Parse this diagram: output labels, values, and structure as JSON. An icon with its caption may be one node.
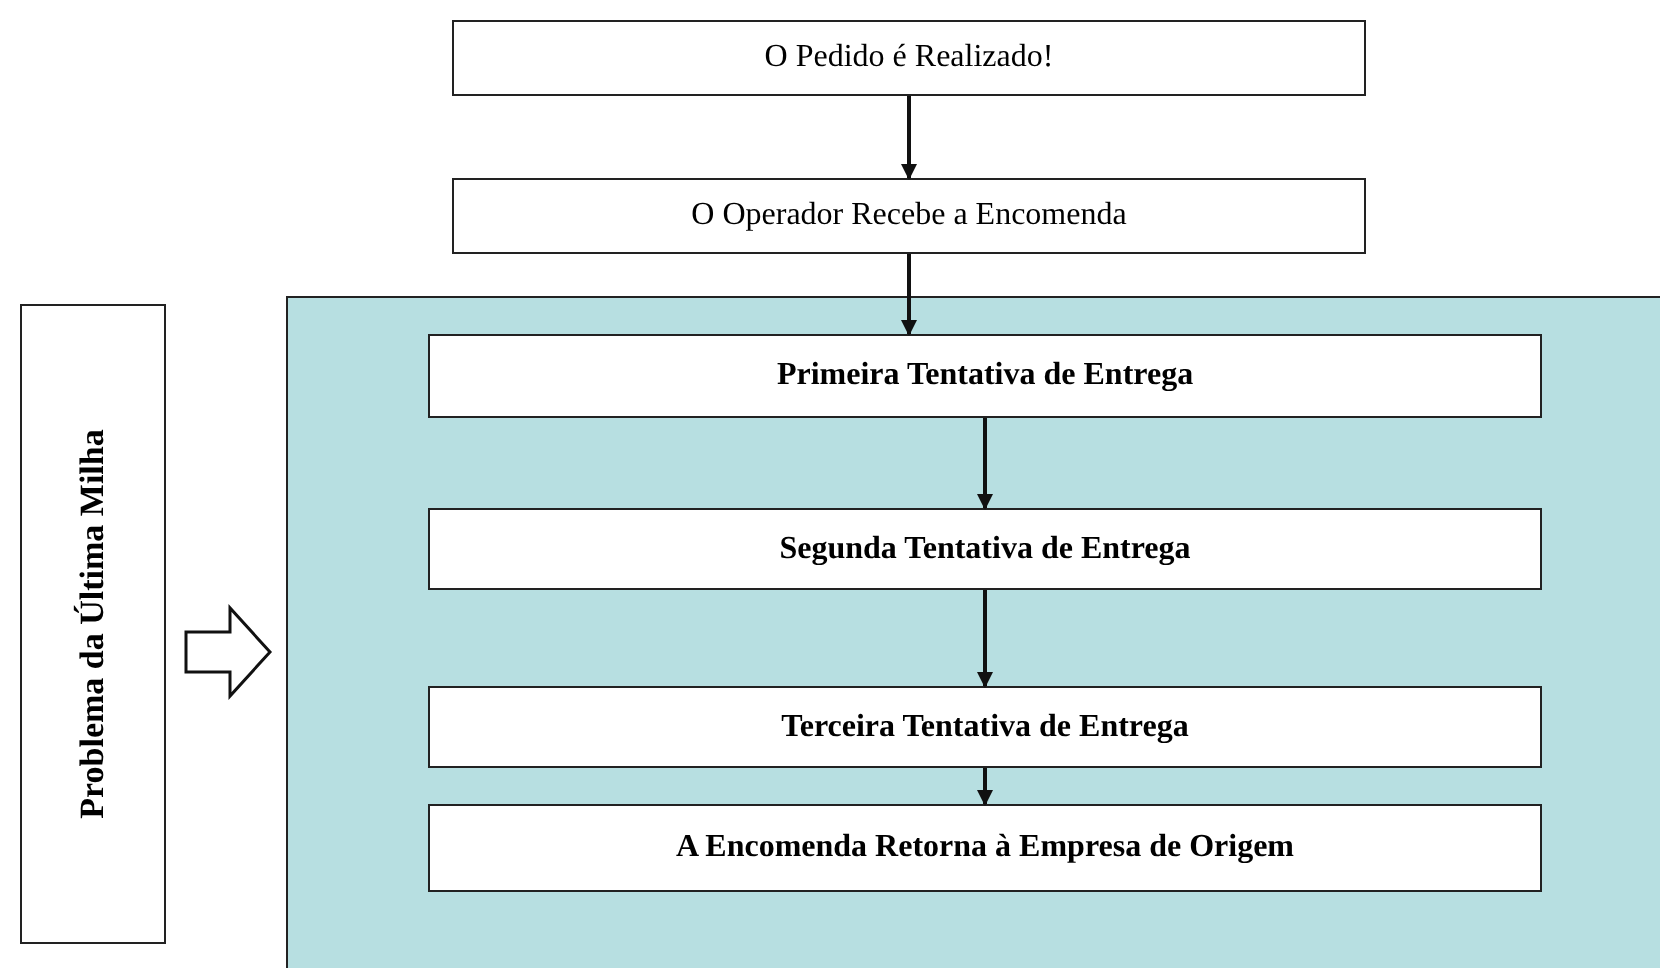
{
  "diagram": {
    "nodes": [
      {
        "text": [
          "O Pedido é Realizado!"
        ]
      },
      {
        "text": [
          "O Operador Recebe a Encomenda"
        ]
      },
      {
        "text": [
          "Problema da Última Milha"
        ]
      },
      {
        "text": [],
        "shape": "box"
      },
      {
        "text": [
          "Primeira Tentativa de Entrega"
        ],
        "in": 3
      },
      {
        "text": [
          "Segunda Tentativa de Entrega"
        ],
        "in": 3
      },
      {
        "text": [
          "Terceira Tentativa de Entrega"
        ],
        "in": 3
      },
      {
        "text": [
          "A Encomenda Retorna à Empresa de Origem"
        ],
        "in": 3
      }
    ],
    "edges": [
      {
        "from": 0,
        "to": 1,
        "arrow": "to"
      },
      {
        "from": 1,
        "to": 4,
        "arrow": "to"
      },
      {
        "from": 4,
        "to": 5,
        "arrow": "to"
      },
      {
        "from": 5,
        "to": 6,
        "arrow": "to"
      },
      {
        "from": 6,
        "to": 7,
        "arrow": "to"
      },
      {
        "from": 2,
        "to": 3,
        "arrow": "to"
      }
    ]
  }
}
